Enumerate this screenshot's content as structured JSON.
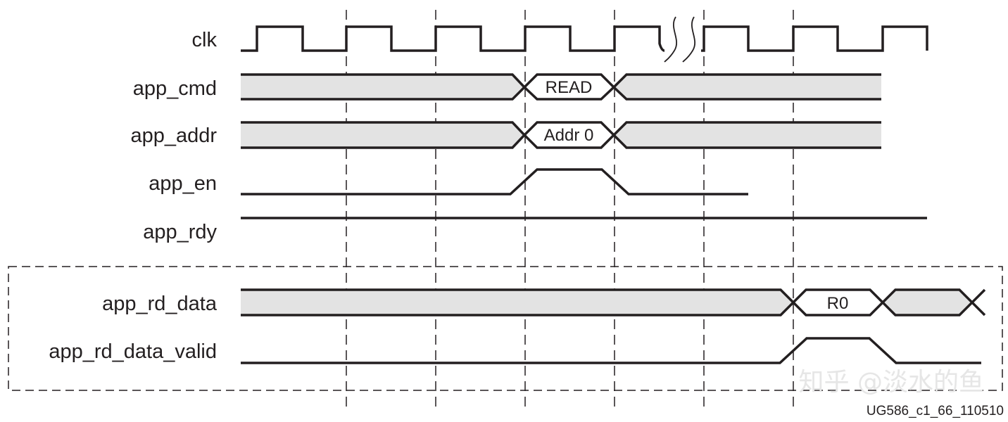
{
  "signals": [
    {
      "id": "clk",
      "label": "clk"
    },
    {
      "id": "app_cmd",
      "label": "app_cmd"
    },
    {
      "id": "app_addr",
      "label": "app_addr"
    },
    {
      "id": "app_en",
      "label": "app_en"
    },
    {
      "id": "app_rdy",
      "label": "app_rdy"
    },
    {
      "id": "app_rd_data",
      "label": "app_rd_data"
    },
    {
      "id": "app_rd_data_valid",
      "label": "app_rd_data_valid"
    }
  ],
  "bus_values": {
    "cmd": "READ",
    "addr": "Addr 0",
    "rd_data": "R0"
  },
  "figure_id": "UG586_c1_66_110510",
  "watermark": "知乎 @淡水的鱼",
  "colors": {
    "line": "#231f20",
    "bus_fill": "#e3e3e3",
    "background": "#ffffff",
    "watermark": "#e6e6e6"
  }
}
